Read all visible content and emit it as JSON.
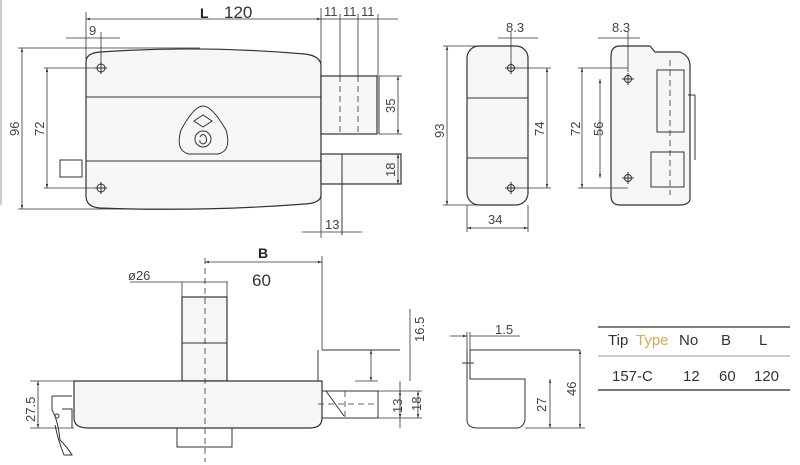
{
  "front_view": {
    "L_label": "L",
    "L_value": "120",
    "d11a": "11",
    "d11b": "11",
    "d11c": "11",
    "d9": "9",
    "d96": "96",
    "d72": "72",
    "d35": "35",
    "d18": "18",
    "d13": "13"
  },
  "side_view": {
    "d8_3": "8.3",
    "d93": "93",
    "d74": "74",
    "d34": "34"
  },
  "strike_view": {
    "d8_3": "8.3",
    "d72": "72",
    "d56": "56"
  },
  "bottom_view": {
    "B_label": "B",
    "B_value": "60",
    "dia26": "ø26",
    "d16_5": "16.5",
    "d13": "13",
    "d18": "18",
    "d27_5": "27.5"
  },
  "strike_side_view": {
    "d1_5": "1.5",
    "d27": "27",
    "d46": "46"
  },
  "spec_table": {
    "headers": [
      "Tip",
      "Type",
      "No",
      "B",
      "L"
    ],
    "rows": [
      [
        "157-C",
        "12",
        "60",
        "120"
      ]
    ],
    "type_color": "#d9aa55"
  }
}
